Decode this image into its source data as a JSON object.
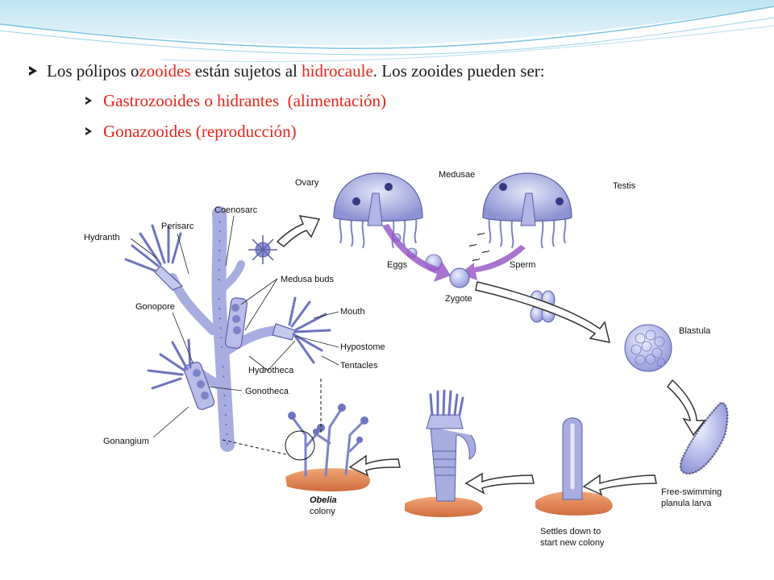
{
  "bullets": {
    "line1": {
      "p1": "Los pólipos o ",
      "p2": "zooides",
      "p3": " están sujetos al ",
      "p4": "hidrocaule",
      "p5": ". Los zooides pueden ser:"
    },
    "line2": "Gastrozooides o hidrantes  (alimentación)",
    "line3": "Gonazooides (reproducción)"
  },
  "diagram": {
    "labels": {
      "hydranth": "Hydranth",
      "perisarc": "Perisarc",
      "coenosarc": "Coenosarc",
      "gonopore": "Gonopore",
      "medusa_buds": "Medusa buds",
      "mouth": "Mouth",
      "hypostome": "Hypostome",
      "hydrotheca": "Hydrotheca",
      "tentacles": "Tentacles",
      "gonotheca": "Gonotheca",
      "gonangium": "Gonangium",
      "ovary": "Ovary",
      "medusae": "Medusae",
      "testis": "Testis",
      "eggs": "Eggs",
      "sperm": "Sperm",
      "zygote": "Zygote",
      "blastula": "Blastula",
      "planula_1": "Free-swimming",
      "planula_2": "planula larva",
      "settles_1": "Settles down to",
      "settles_2": "start new colony",
      "obelia_1": "Obelia",
      "obelia_2": "colony"
    },
    "colors": {
      "polyp": "#a7addf",
      "polyp_dark": "#5a5fa8",
      "substrate": "#e6895a",
      "arrow_fill": "#ffffff",
      "gamete_arrow": "#9a5ac8"
    }
  }
}
